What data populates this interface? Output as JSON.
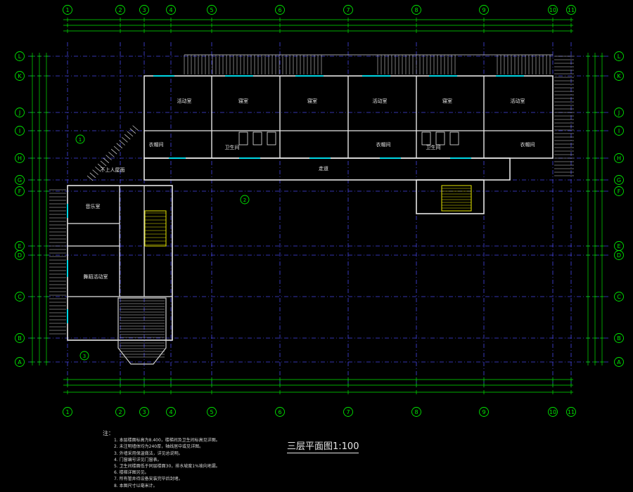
{
  "plan": {
    "title": "三层平面图1:100",
    "notes_heading": "注：",
    "notes": [
      "1. 本层楼面标高为8.400，楼梯间及卫生间标高见详图。",
      "2. 未注明墙体均为240厚，轴线居中或见详图。",
      "3. 外墙采用保温做法，详见总说明。",
      "4. 门窗编号详见门窗表。",
      "5. 卫生间楼面低于同层楼面30，排水坡度1%坡向地漏。",
      "6. 楼梯详图另见。",
      "7. 所有管井待设备安装完毕后封堵。",
      "8. 本图尺寸以毫米计。"
    ]
  },
  "grid": {
    "columns": [
      "1",
      "2",
      "3",
      "4",
      "5",
      "6",
      "7",
      "8",
      "9",
      "10",
      "11"
    ],
    "rows": [
      "L",
      "K",
      "J",
      "I",
      "H",
      "G",
      "F",
      "E",
      "D",
      "C",
      "B",
      "A"
    ]
  },
  "rooms": [
    {
      "name": "活动室"
    },
    {
      "name": "寝室"
    },
    {
      "name": "寝室"
    },
    {
      "name": "活动室"
    },
    {
      "name": "寝室"
    },
    {
      "name": "活动室"
    },
    {
      "name": "衣帽间"
    },
    {
      "name": "卫生间"
    },
    {
      "name": "衣帽间"
    },
    {
      "name": "卫生间"
    },
    {
      "name": "衣帽间"
    },
    {
      "name": "走道"
    },
    {
      "name": "不上人屋面"
    },
    {
      "name": "音乐室"
    },
    {
      "name": "舞蹈活动室"
    }
  ],
  "callouts": [
    "1",
    "2",
    "3"
  ],
  "colors": {
    "background": "#000000",
    "grid_line": "#4646e6",
    "axis": "#00e600",
    "wall": "#e6e6e6",
    "window": "#00d8e6",
    "stair_fill": "#e6e600",
    "railing": "#cfcfcf",
    "label": "#e6e6e6"
  }
}
